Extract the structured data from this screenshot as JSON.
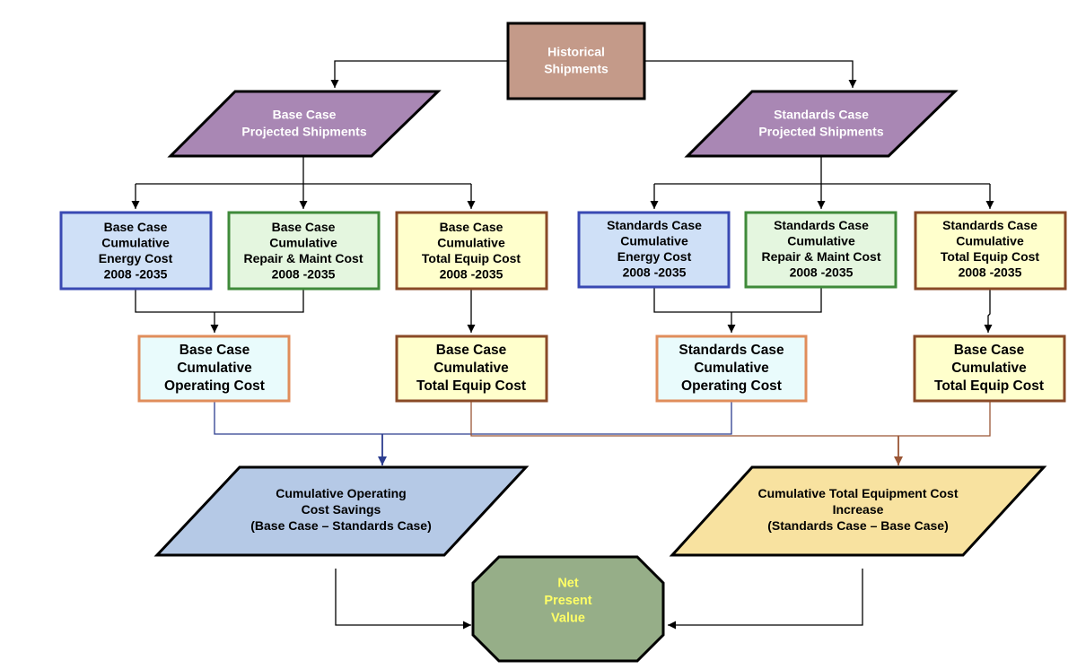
{
  "colors": {
    "historical_fill": "#c49a89",
    "projected_fill": "#a987b4",
    "energy_border": "#3949b3",
    "energy_fill": "#cfe0f7",
    "repair_border": "#3f8a3a",
    "repair_fill": "#e4f6df",
    "equip_border": "#8a4a26",
    "equip_fill": "#ffffcc",
    "operating_border": "#e08d5b",
    "operating_fill": "#e9fbfc",
    "savings_fill": "#b5c9e6",
    "increase_fill": "#f8e2a0",
    "npv_fill": "#96ae88",
    "line_blue": "#2c3d8f",
    "line_brown": "#9a5635"
  },
  "nodes": {
    "historical": {
      "lines": [
        "Historical",
        "Shipments"
      ]
    },
    "base_projected": {
      "lines": [
        "Base Case",
        "Projected Shipments"
      ]
    },
    "std_projected": {
      "lines": [
        "Standards Case",
        "Projected Shipments"
      ]
    },
    "base_energy": {
      "lines": [
        "Base Case",
        "Cumulative",
        "Energy Cost",
        "2008 -2035"
      ]
    },
    "base_repair": {
      "lines": [
        "Base Case",
        "Cumulative",
        "Repair & Maint Cost",
        "2008 -2035"
      ]
    },
    "base_equip": {
      "lines": [
        "Base Case",
        "Cumulative",
        "Total Equip Cost",
        "2008 -2035"
      ]
    },
    "std_energy": {
      "lines": [
        "Standards Case",
        "Cumulative",
        "Energy Cost",
        "2008 -2035"
      ]
    },
    "std_repair": {
      "lines": [
        "Standards Case",
        "Cumulative",
        "Repair & Maint Cost",
        "2008 -2035"
      ]
    },
    "std_equip": {
      "lines": [
        "Standards Case",
        "Cumulative",
        "Total Equip Cost",
        "2008 -2035"
      ]
    },
    "base_operating": {
      "lines": [
        "Base Case",
        "Cumulative",
        "Operating Cost"
      ]
    },
    "base_total_equip": {
      "lines": [
        "Base Case",
        "Cumulative",
        "Total Equip Cost"
      ]
    },
    "std_operating": {
      "lines": [
        "Standards Case",
        "Cumulative",
        "Operating Cost"
      ]
    },
    "std_total_equip": {
      "lines": [
        "Base Case",
        "Cumulative",
        "Total Equip Cost"
      ]
    },
    "savings": {
      "lines": [
        "Cumulative Operating",
        "Cost Savings",
        "(Base Case – Standards Case)"
      ]
    },
    "increase": {
      "lines": [
        "Cumulative Total Equipment Cost",
        "Increase",
        "(Standards Case – Base Case)"
      ]
    },
    "npv": {
      "lines": [
        "Net",
        "Present",
        "Value"
      ]
    }
  }
}
